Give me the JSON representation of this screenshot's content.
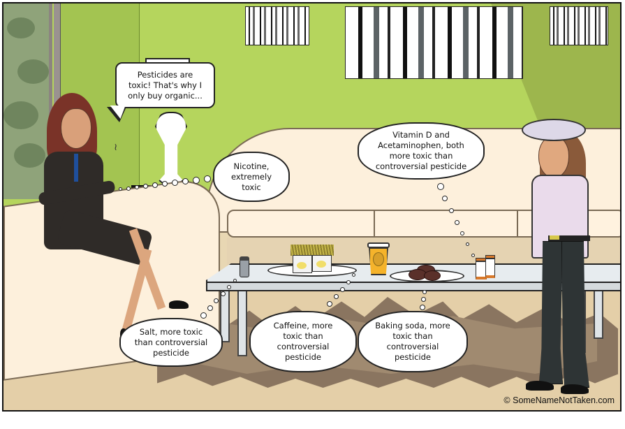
{
  "comic": {
    "speech_bubble": {
      "speaker": "woman-in-suit",
      "text": "Pesticides are\ntoxic! That's why I\nonly buy organic..."
    },
    "thought_bubbles": [
      {
        "id": "nicotine",
        "text": "Nicotine,\nextremely\ntoxic"
      },
      {
        "id": "vitamin-d",
        "text": "Vitamin D and\nAcetaminophen, both\nmore toxic than\ncontroversial pesticide"
      },
      {
        "id": "salt",
        "text": "Salt, more toxic\nthan controversial\npesticide"
      },
      {
        "id": "caffeine",
        "text": "Caffeine, more\ntoxic than\ncontroversial\npesticide"
      },
      {
        "id": "baking-soda",
        "text": "Baking soda, more\ntoxic than\ncontroversial\npesticide"
      }
    ],
    "copyright": "© SomeNameNotTaken.com"
  },
  "colors": {
    "wall": "#b5d55d",
    "couch": "#fdf0dc",
    "floor": "#e4cfa8",
    "rug": "#8a7560",
    "table": "#e7ecef",
    "suit": "#2f2b28",
    "sweater": "#eadbeb"
  },
  "scene_objects": [
    "window",
    "lamp",
    "couch",
    "coffee-table",
    "salt-shaker",
    "fries",
    "coffee-cup",
    "cookies",
    "pill-bottles",
    "rug",
    "wall-art"
  ]
}
